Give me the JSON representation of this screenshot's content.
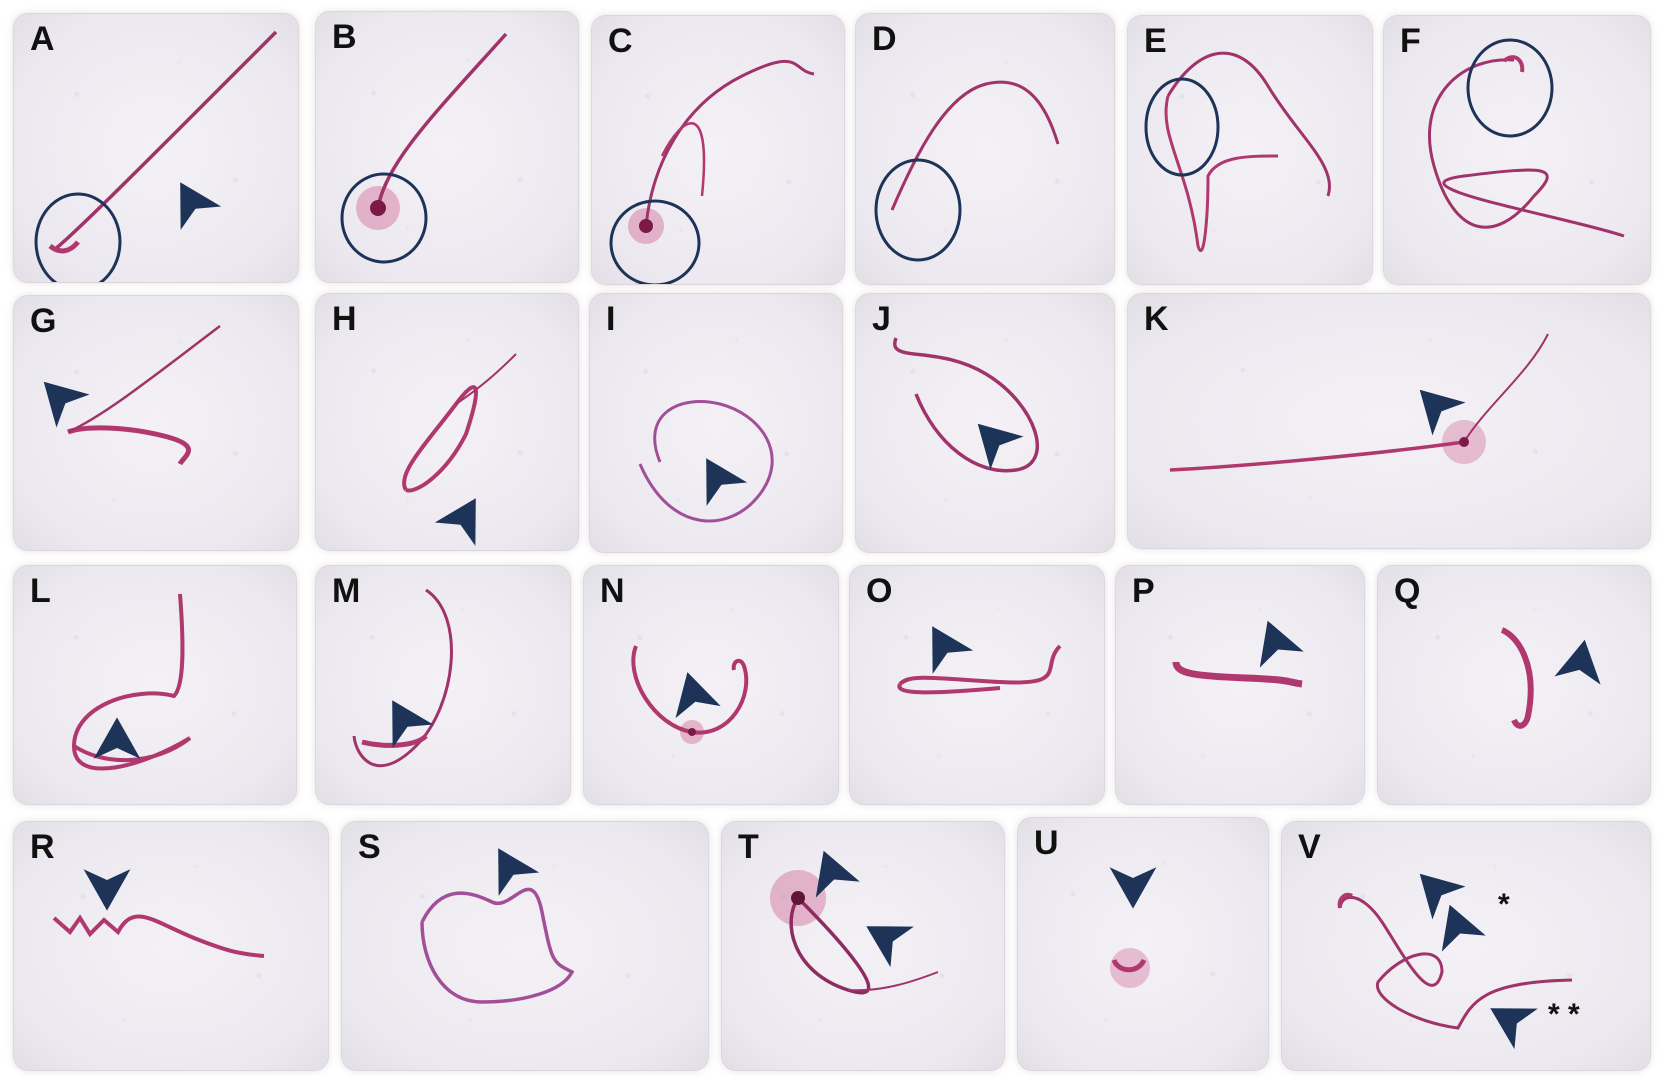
{
  "colors": {
    "stain": "#b0386e",
    "stain_core": "#7a1a45",
    "arrow": "#1d3358",
    "circle": "#1d3358",
    "panel_bg": "#ede9f0"
  },
  "panels": [
    {
      "id": "A",
      "label": "A"
    },
    {
      "id": "B",
      "label": "B"
    },
    {
      "id": "C",
      "label": "C"
    },
    {
      "id": "D",
      "label": "D"
    },
    {
      "id": "E",
      "label": "E"
    },
    {
      "id": "F",
      "label": "F"
    },
    {
      "id": "G",
      "label": "G"
    },
    {
      "id": "H",
      "label": "H"
    },
    {
      "id": "I",
      "label": "I"
    },
    {
      "id": "J",
      "label": "J"
    },
    {
      "id": "K",
      "label": "K"
    },
    {
      "id": "L",
      "label": "L"
    },
    {
      "id": "M",
      "label": "M"
    },
    {
      "id": "N",
      "label": "N"
    },
    {
      "id": "O",
      "label": "O"
    },
    {
      "id": "P",
      "label": "P"
    },
    {
      "id": "Q",
      "label": "Q"
    },
    {
      "id": "R",
      "label": "R"
    },
    {
      "id": "S",
      "label": "S"
    },
    {
      "id": "T",
      "label": "T"
    },
    {
      "id": "U",
      "label": "U"
    },
    {
      "id": "V",
      "label": "V"
    }
  ],
  "markers": {
    "single_asterisk": "*",
    "double_asterisk": "* *"
  }
}
